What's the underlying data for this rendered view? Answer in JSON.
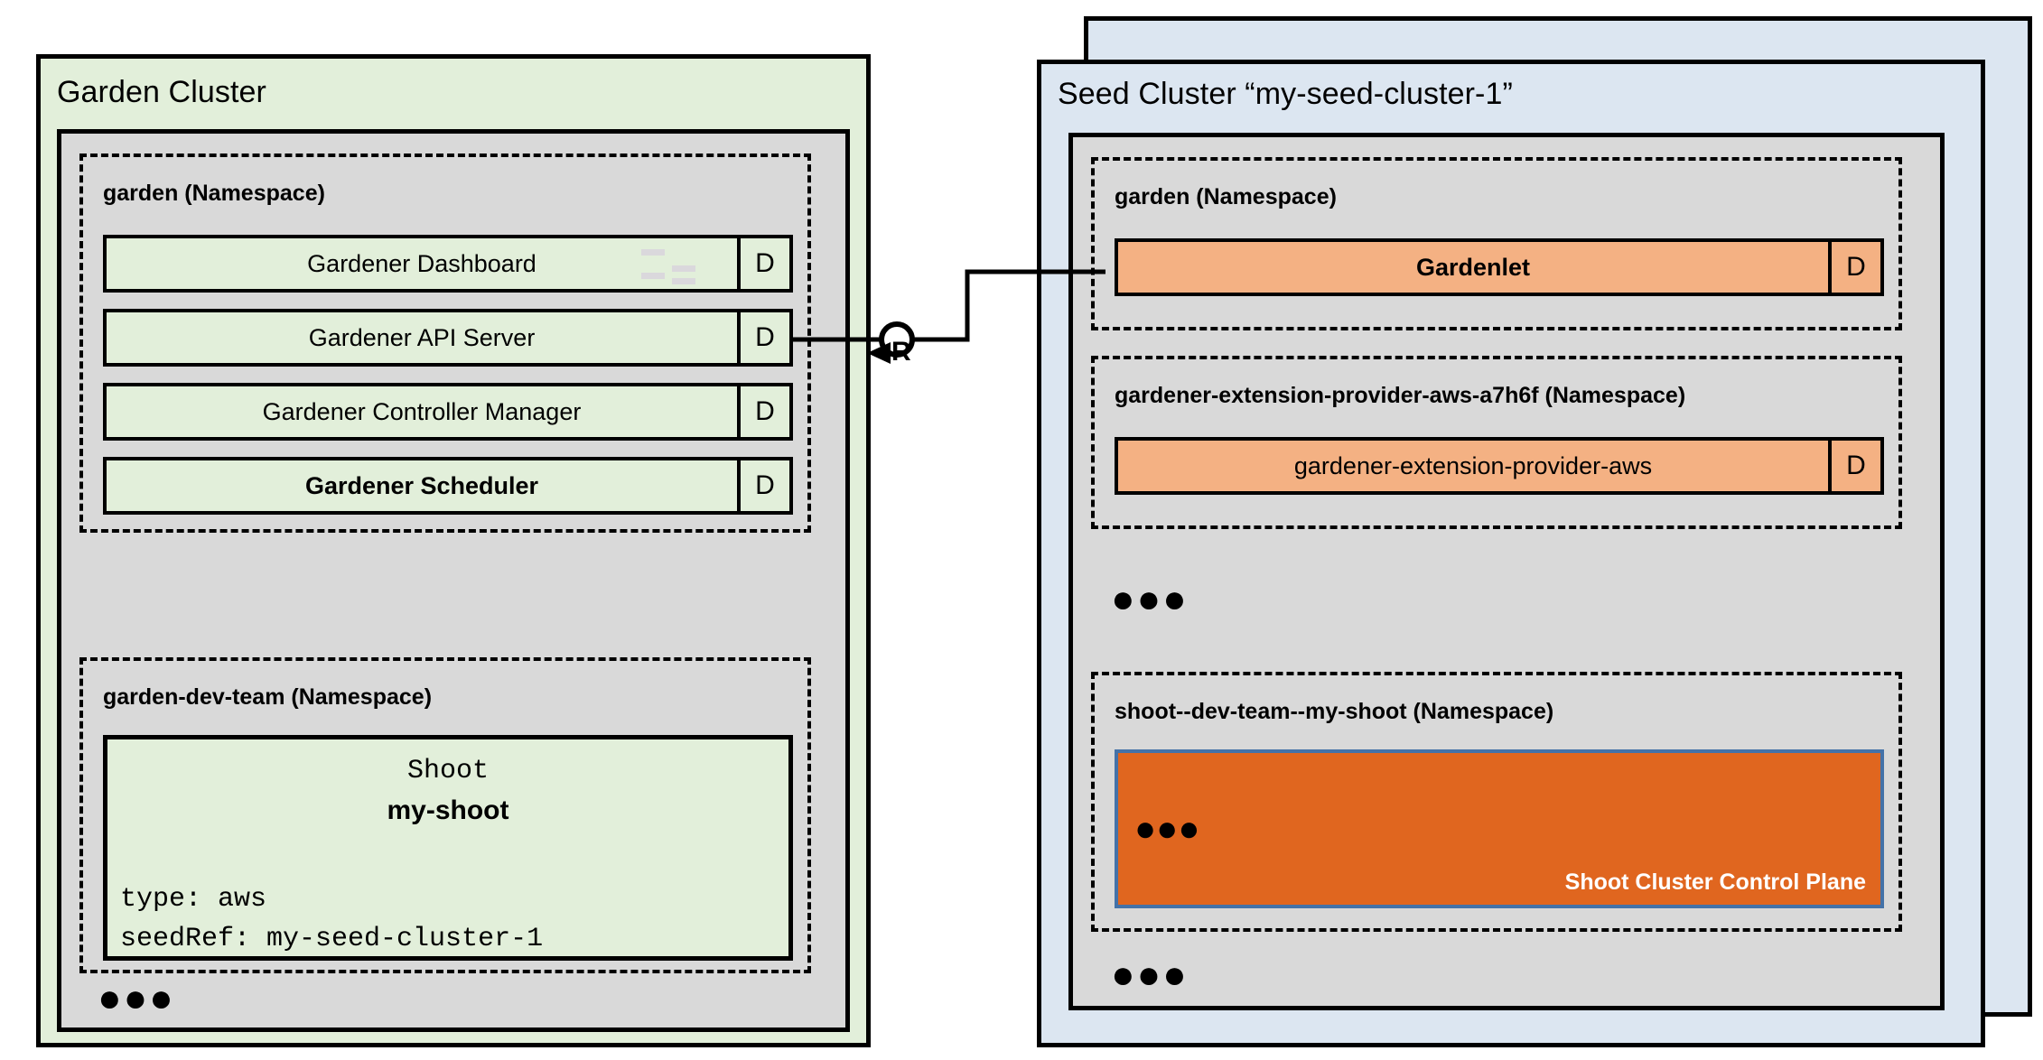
{
  "diagram": {
    "title_semantic": "gardener-architecture-garden-and-seed-cluster",
    "colors": {
      "garden_cluster_fill": "#e2efda",
      "seed_cluster_fill": "#dce6f1",
      "cluster_body_fill": "#d9d9d9",
      "component_green": "#e2efda",
      "component_orange": "#f4b183",
      "control_plane_fill": "#e0661f",
      "control_plane_border": "#4472a8",
      "stroke": "#000000"
    }
  },
  "garden_cluster": {
    "title": "Garden Cluster",
    "namespaces": [
      {
        "title": "garden (Namespace)",
        "components": [
          {
            "label": "Gardener Dashboard",
            "badge": "D",
            "bold": false
          },
          {
            "label": "Gardener API Server",
            "badge": "D",
            "bold": false
          },
          {
            "label": "Gardener Controller Manager",
            "badge": "D",
            "bold": false
          },
          {
            "label": "Gardener Scheduler",
            "badge": "D",
            "bold": true
          }
        ]
      },
      {
        "title": "garden-dev-team (Namespace)",
        "resource": {
          "kind": "Shoot",
          "name": "my-shoot",
          "spec_line_1": "type: aws",
          "spec_line_2": "seedRef: my-seed-cluster-1"
        }
      }
    ],
    "ellipsis": "●●●"
  },
  "seed_cluster": {
    "title": "Seed Cluster “my-seed-cluster-1”",
    "namespaces": [
      {
        "title": "garden (Namespace)",
        "components": [
          {
            "label": "Gardenlet",
            "badge": "D",
            "bold": true
          }
        ]
      },
      {
        "title": "gardener-extension-provider-aws-a7h6f (Namespace)",
        "components": [
          {
            "label": "gardener-extension-provider-aws",
            "badge": "D",
            "bold": false
          }
        ]
      },
      {
        "title": "shoot--dev-team--my-shoot (Namespace)",
        "control_plane": {
          "label": "Shoot Cluster Control Plane",
          "ellipsis": "●●●"
        }
      }
    ],
    "ellipsis_mid": "●●●",
    "ellipsis_bottom": "●●●"
  },
  "connector": {
    "label": "R",
    "description": "required-interface socket from Gardener API Server to Gardenlet"
  }
}
